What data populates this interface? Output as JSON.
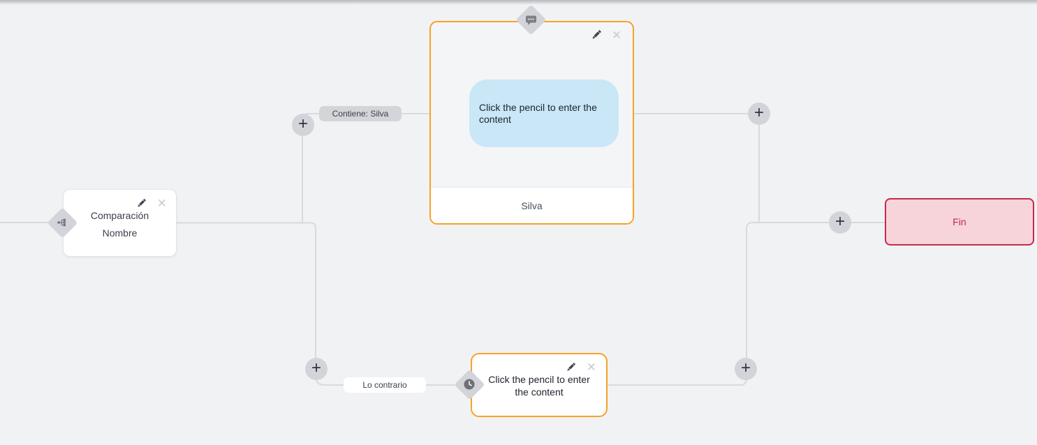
{
  "colors": {
    "canvas_bg": "#f1f2f4",
    "edge_line": "#d9dadd",
    "accent_orange": "#f7a226",
    "node_border_gray": "#e3e4e8",
    "bubble_blue": "#c9e7f6",
    "end_bg": "#f6d4da",
    "end_accent": "#c42a4d",
    "widget_gray": "#d2d4d9",
    "text_dark": "#3b404b"
  },
  "icons": {
    "plus": "+",
    "close": "✕",
    "edit": "pencil-icon",
    "condition_badge": "hierarchy-icon",
    "message_badge": "chat-bubble-icon",
    "action_badge": "clock-icon"
  },
  "nodes": {
    "condition": {
      "title": "Comparación",
      "subtitle": "Nombre"
    },
    "message": {
      "preview": "Click the pencil to enter the content",
      "footer_label": "Silva"
    },
    "action": {
      "preview": "Click the pencil to enter the content"
    },
    "end": {
      "label": "Fin"
    }
  },
  "edge_labels": {
    "match": "Contiene: Silva",
    "no_match": "Lo contrario"
  }
}
